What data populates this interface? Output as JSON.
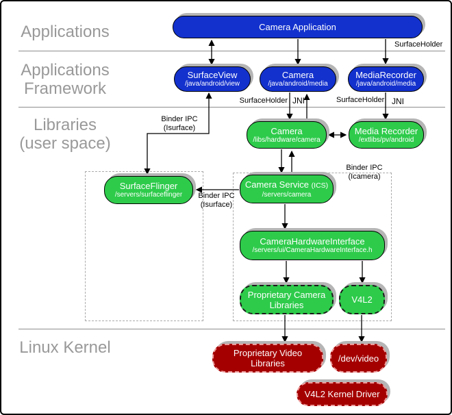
{
  "layers": {
    "applications": {
      "label": "Applications"
    },
    "framework": {
      "label": "Applications\nFramework"
    },
    "libraries": {
      "label": "Libraries\n(user space)"
    },
    "kernel": {
      "label": "Linux Kernel"
    }
  },
  "nodes": {
    "camera_application": {
      "title": "Camera Application"
    },
    "surface_view": {
      "title": "SurfaceView",
      "path": "/java/android/view"
    },
    "camera_framework": {
      "title": "Camera",
      "path": "/java/android/media"
    },
    "media_recorder_framework": {
      "title": "MediaRecorder",
      "path": "/java/android/media"
    },
    "camera_lib": {
      "title": "Camera",
      "path": "/libs/hardware/camera"
    },
    "media_recorder_lib": {
      "title": "Media Recorder",
      "path": "/extlibs/pv/android"
    },
    "surface_flinger": {
      "title": "SurfaceFlinger",
      "path": "/servers/surfaceflinger"
    },
    "camera_service": {
      "title": "Camera Service",
      "suffix": "(ICS)",
      "path": "/servers/camera"
    },
    "camera_hardware_interface": {
      "title": "CameraHardwareInterface",
      "path": "/servers/ui/CameraHardwareInterface.h"
    },
    "proprietary_camera_libraries": {
      "title": "Proprietary Camera Libraries"
    },
    "v4l2": {
      "title": "V4L2"
    },
    "proprietary_video_libraries": {
      "title": "Proprietary Video Libraries"
    },
    "dev_video": {
      "title": "/dev/video"
    },
    "v4l2_kernel_driver": {
      "title": "V4L2 Kernel Driver"
    }
  },
  "edge_labels": {
    "surfaceholder_top": "SurfaceHolder",
    "surfaceholder_camera": "SurfaceHolder",
    "jni_camera": "JNI",
    "surfaceholder_mediarecorder": "SurfaceHolder",
    "jni_mediarecorder": "JNI",
    "binder_ipc_surfaceview": "Binder IPC\n(Isurface)",
    "binder_ipc_cameraservice": "Binder IPC\n(Isurface)",
    "binder_ipc_icamera": "Binder IPC\n(Icamera)"
  },
  "colors": {
    "framework_blue": "#1331cd",
    "library_green": "#2ecb4b",
    "kernel_red": "#a40000",
    "shadow": "#b5b5b5",
    "layer_label": "#999999",
    "line": "#8c8c8c"
  }
}
